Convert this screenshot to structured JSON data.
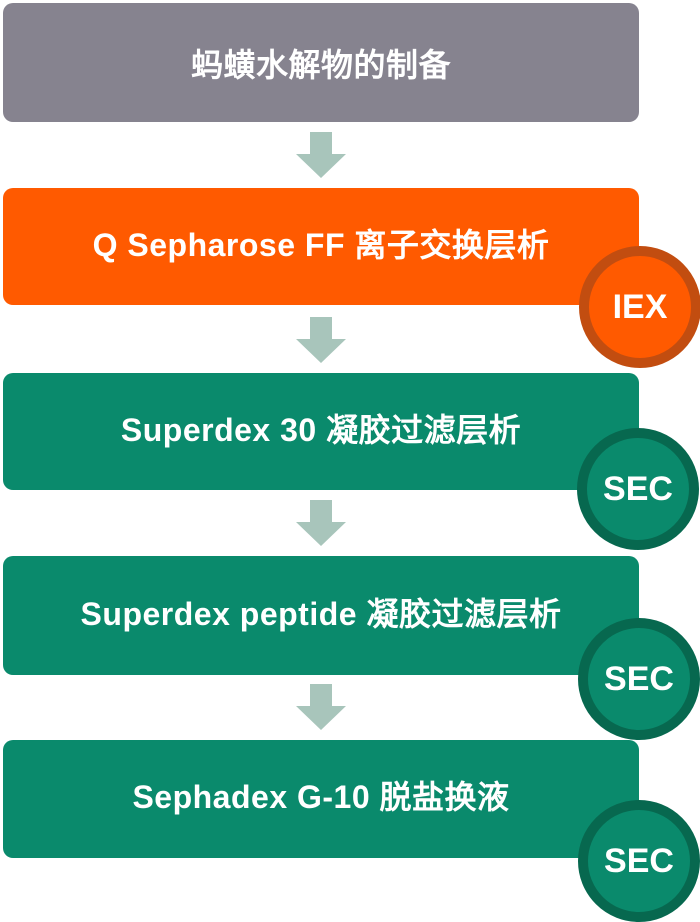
{
  "steps": [
    {
      "label": "蚂蟥水解物的制备",
      "color": "#86838f"
    },
    {
      "label": "Q Sepharose FF 离子交换层析",
      "color": "#ff5a00",
      "badge": "IEX"
    },
    {
      "label": "Superdex 30 凝胶过滤层析",
      "color": "#0a8a6c",
      "badge": "SEC"
    },
    {
      "label": "Superdex peptide 凝胶过滤层析",
      "color": "#0a8a6c",
      "badge": "SEC"
    },
    {
      "label": "Sephadex G-10 脱盐换液",
      "color": "#0a8a6c",
      "badge": "SEC"
    }
  ],
  "arrow_color": "#a8c5bb"
}
